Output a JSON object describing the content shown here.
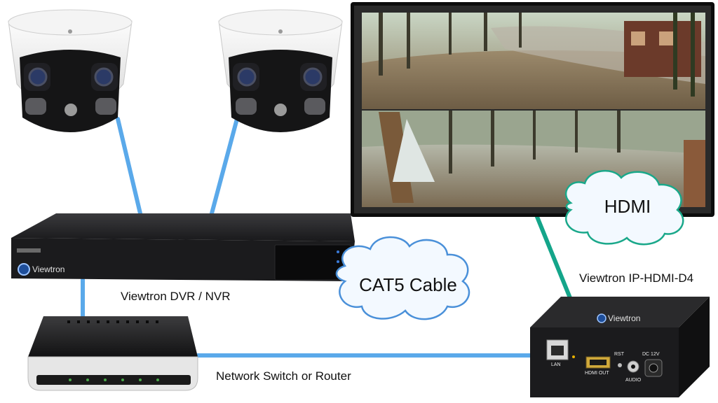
{
  "labels": {
    "nvr": "Viewtron DVR / NVR",
    "decoder": "Viewtron IP-HDMI-D4",
    "switch": "Network Switch or Router",
    "cat5_cloud": "CAT5 Cable",
    "hdmi_cloud": "HDMI"
  },
  "brand": {
    "nvr_brand": "Viewtron",
    "decoder_brand": "Viewtron"
  },
  "decoder_ports": {
    "lan": "LAN",
    "hdmi_out": "HDMI OUT",
    "rst": "RST",
    "audio": "AUDIO",
    "dc": "DC 12V"
  },
  "colors": {
    "cat5_cable": "#5aa9ea",
    "hdmi_cable": "#14a58a",
    "device_body": "#1b1b1d",
    "cloud_fill": "#f3f9ff",
    "cloud_stroke": "#4a90d9",
    "hdmi_cloud_stroke": "#1aa88a"
  }
}
